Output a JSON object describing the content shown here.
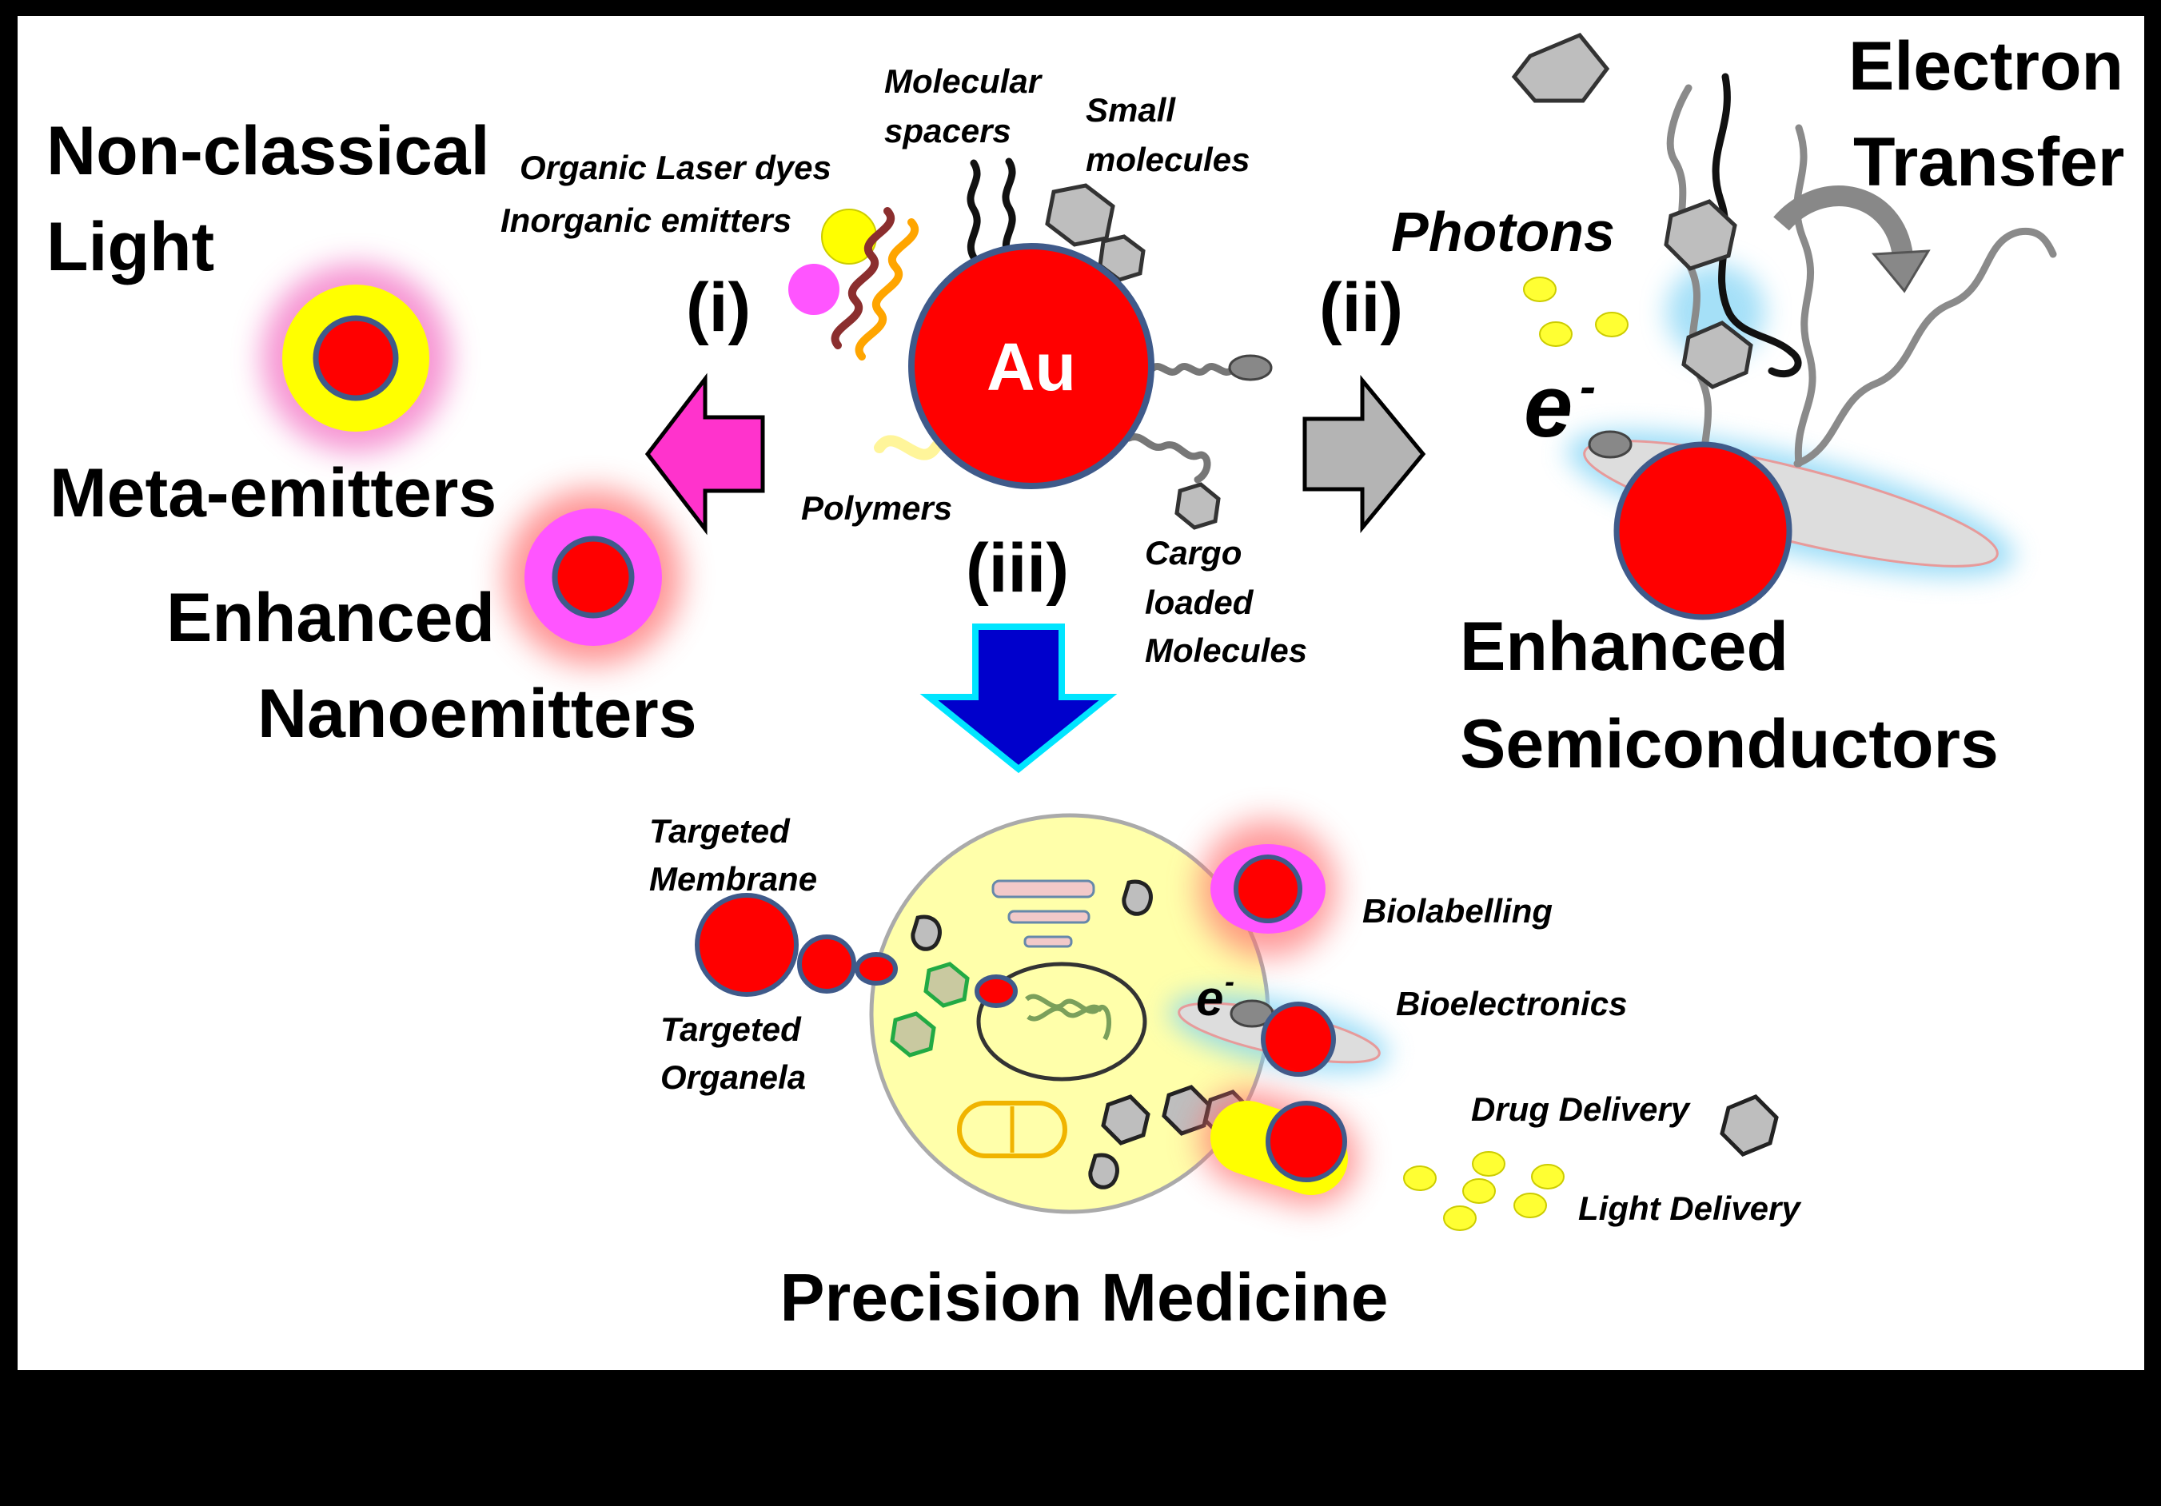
{
  "labels": {
    "non_classical_1": "Non-classical",
    "non_classical_2": "Light",
    "meta_emitters": "Meta-emitters",
    "enhanced_1": "Enhanced",
    "nanoemitters": "Nanoemitters",
    "organic_laser_dyes": "Organic  Laser dyes",
    "inorganic_emitters": "Inorganic  emitters",
    "molecular": "Molecular",
    "spacers": "spacers",
    "small": "Small",
    "molecules": "molecules",
    "au": "Au",
    "route_i": "(i)",
    "route_ii": "(ii)",
    "route_iii": "(iii)",
    "polymers": "Polymers",
    "cargo": "Cargo",
    "loaded": "loaded",
    "cargo_molecules": "Molecules",
    "photons": "Photons",
    "electron_sym": "e",
    "electron_sup": "-",
    "electron_1": "Electron",
    "transfer": "Transfer",
    "enhanced_2": "Enhanced",
    "semiconductors": "Semiconductors",
    "targeted_1": "Targeted",
    "membrane": "Membrane",
    "targeted_2": "Targeted",
    "organela": "Organela",
    "biolabelling": "Biolabelling",
    "bioelectronics": "Bioelectronics",
    "small_e": "e",
    "small_e_sup": "-",
    "drug_delivery": "Drug Delivery",
    "light_delivery": "Light  Delivery",
    "precision_medicine": "Precision Medicine"
  },
  "colors": {
    "gold_np": "#FF0000",
    "np_outline": "#3F5A8A",
    "emitter_yellow": "#FFFF00",
    "emitter_magenta": "#FF55FF",
    "arrow_i": "#FF33CC",
    "arrow_ii": "#B4B4B4",
    "arrow_iii": "#0000CC",
    "arrow_iii_outline": "#00E5FF",
    "cell_fill": "#FFFFAA",
    "hex_gray": "#BEBEBE"
  }
}
